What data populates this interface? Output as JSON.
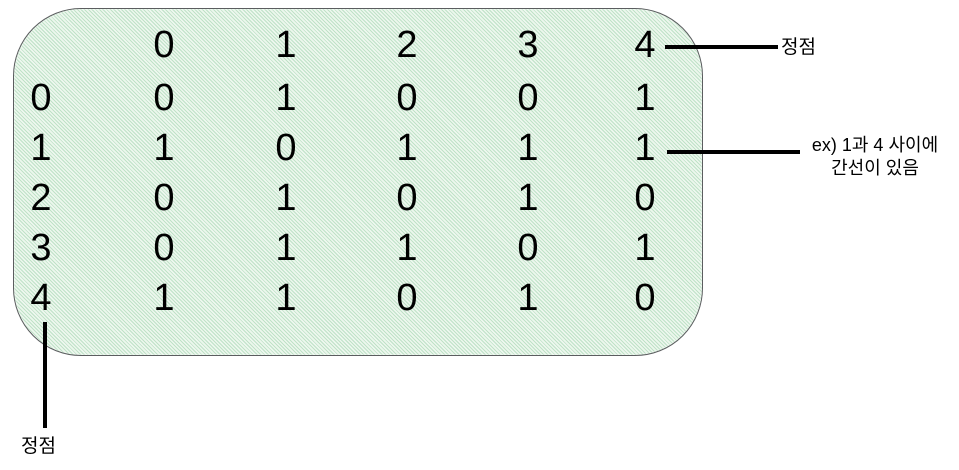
{
  "matrix": {
    "col_headers": [
      "0",
      "1",
      "2",
      "3",
      "4"
    ],
    "rows": [
      {
        "label": "0",
        "values": [
          "0",
          "1",
          "0",
          "0",
          "1"
        ]
      },
      {
        "label": "1",
        "values": [
          "1",
          "0",
          "1",
          "1",
          "1"
        ]
      },
      {
        "label": "2",
        "values": [
          "0",
          "1",
          "0",
          "1",
          "0"
        ]
      },
      {
        "label": "3",
        "values": [
          "0",
          "1",
          "1",
          "0",
          "1"
        ]
      },
      {
        "label": "4",
        "values": [
          "1",
          "1",
          "0",
          "1",
          "0"
        ]
      }
    ]
  },
  "annotations": {
    "top_vertex_label": "정점",
    "bottom_vertex_label": "정점",
    "edge_note_line1": "ex) 1과 4 사이에",
    "edge_note_line2": "간선이 있음"
  },
  "colors": {
    "box_fill_average": "#d9edda",
    "box_hatch_green": "#bfe2c7",
    "box_border": "#5b5d5f",
    "text": "#000000",
    "line": "#000000"
  }
}
